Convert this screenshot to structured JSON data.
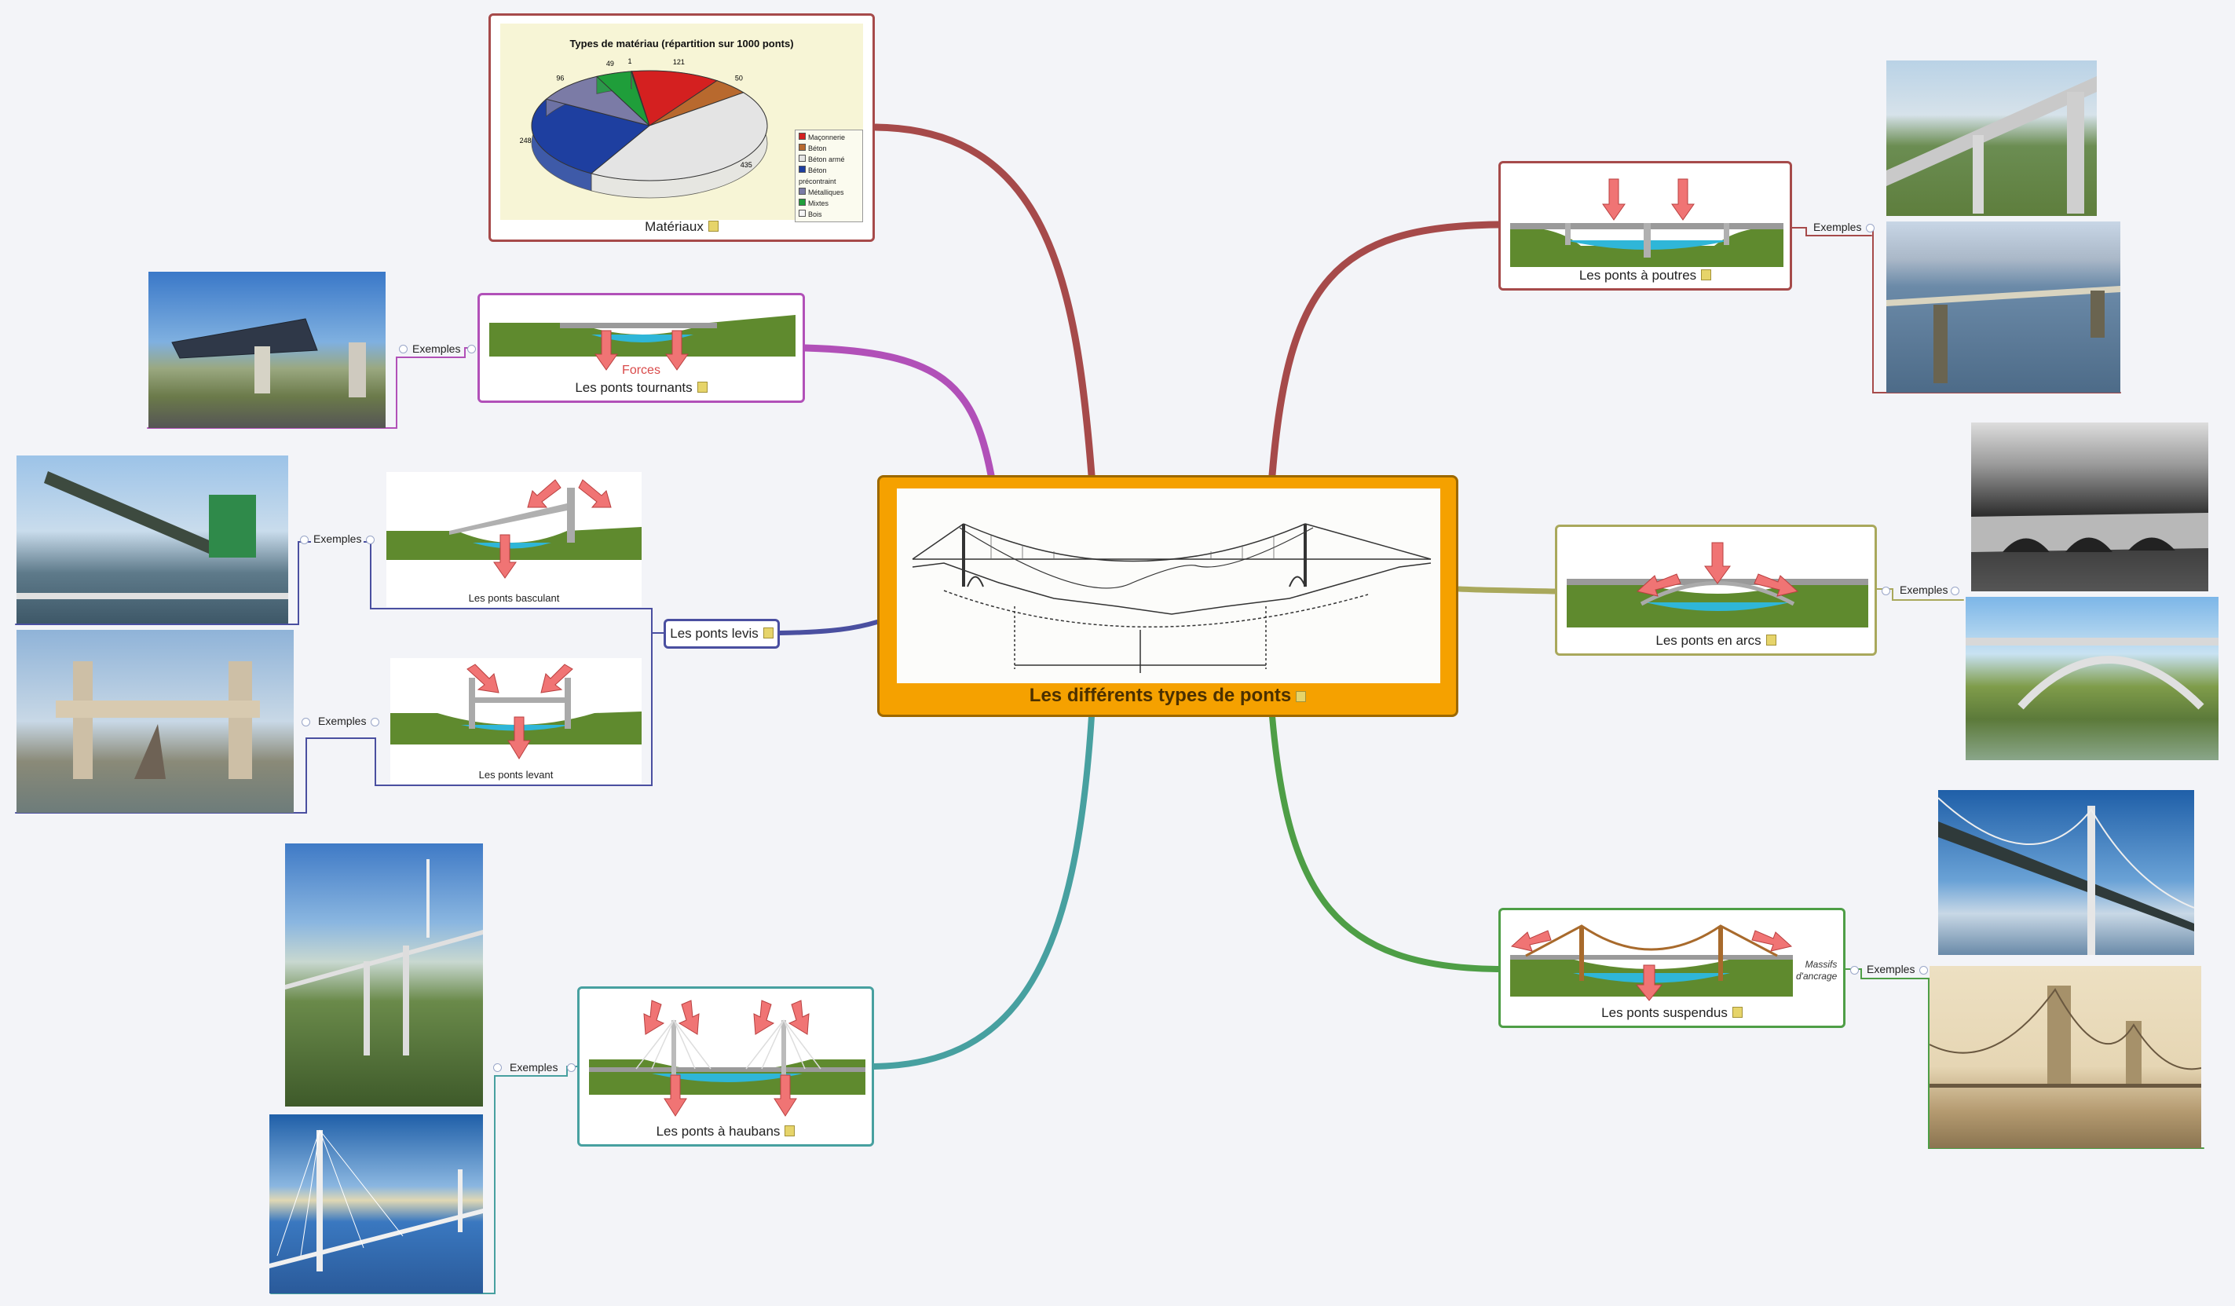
{
  "center": {
    "title": "Les différents types de ponts"
  },
  "materiaux": {
    "caption": "Matériaux",
    "chart_title": "Types de matériau   (répartition sur 1000 ponts)",
    "chart_data": {
      "type": "pie",
      "title": "Types de matériau   (répartition sur 1000 ponts)",
      "categories": [
        "Maçonnerie",
        "Béton",
        "Béton armé",
        "Béton précontraint",
        "Métalliques",
        "Mixtes",
        "Bois"
      ],
      "values": [
        121,
        50,
        435,
        248,
        96,
        49,
        1
      ],
      "colors": [
        "#d42020",
        "#b8692e",
        "#e4e4e4",
        "#1e3fa0",
        "#7b7ba6",
        "#1f9e3a",
        "#f5f5f5"
      ],
      "legend": "right"
    }
  },
  "poutres": {
    "caption": "Les ponts à poutres",
    "link": "Exemples"
  },
  "tournants": {
    "caption": "Les ponts tournants",
    "forces": "Forces",
    "link": "Exemples"
  },
  "levis": {
    "caption": "Les ponts levis"
  },
  "basculant": {
    "caption": "Les ponts basculant",
    "link": "Exemples"
  },
  "levant": {
    "caption": "Les ponts levant",
    "link": "Exemples"
  },
  "arcs": {
    "caption": "Les ponts en arcs",
    "link": "Exemples"
  },
  "suspendus": {
    "caption": "Les ponts suspendus",
    "anchor_line1": "Massifs",
    "anchor_line2": "d'ancrage",
    "link": "Exemples"
  },
  "haubans": {
    "caption": "Les ponts à haubans",
    "link": "Exemples"
  },
  "colors": {
    "orange": "#f5a100",
    "red_branch": "#a64a4a",
    "purple_branch": "#b150b8",
    "blue_branch": "#4a4fa0",
    "olive_branch": "#a9a85c",
    "teal_branch": "#47a0a0",
    "green_branch": "#4e9e46",
    "arrow": "#f07474",
    "grass": "#5f8a2e",
    "water": "#2fb6d8"
  }
}
